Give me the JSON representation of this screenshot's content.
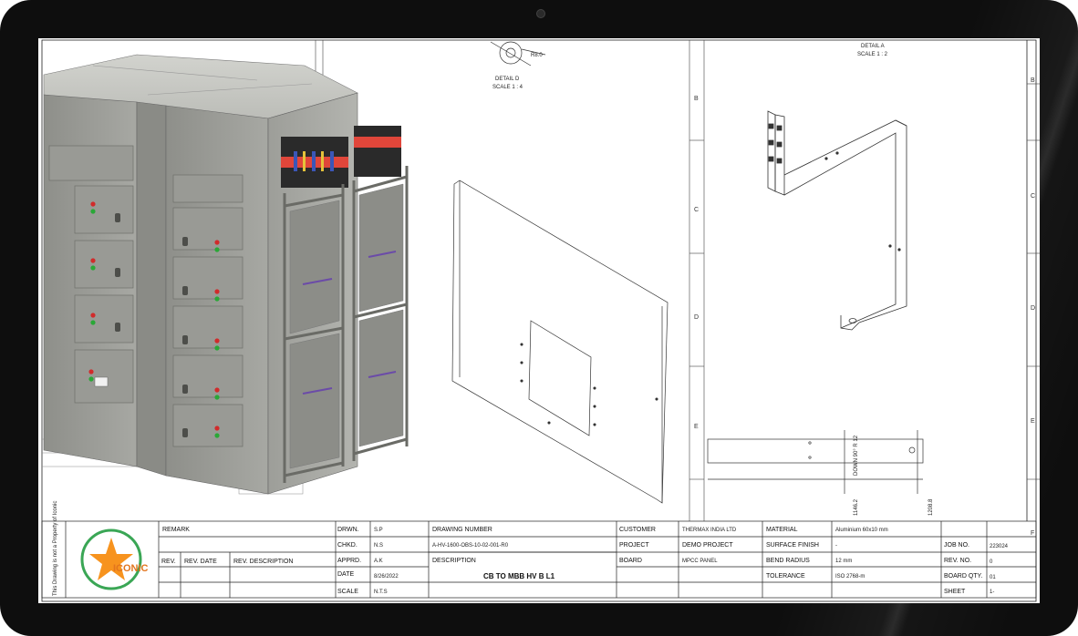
{
  "details": {
    "detail_d": {
      "title": "DETAIL D",
      "scale": "SCALE 1 : 4",
      "dim": "R8.0"
    },
    "detail_a": {
      "title": "DETAIL A",
      "scale": "SCALE 1 : 2"
    }
  },
  "dimensions": {
    "down_label": "DOWN 90° R 12",
    "dim_1": "1146.2",
    "dim_2": "1208.8"
  },
  "zone_letters": [
    "B",
    "C",
    "D",
    "E",
    "F"
  ],
  "side_note": "This Drawing is not a Property of Iconic",
  "logo": {
    "text": "ICONIC",
    "color_star": "#f7931e",
    "color_ring": "#3aa655"
  },
  "title_block": {
    "remark_label": "REMARK",
    "rev_label": "REV.",
    "rev_date_label": "REV. DATE",
    "rev_desc_label": "REV. DESCRIPTION",
    "drwn_label": "DRWN.",
    "drwn_value": "S.P",
    "chkd_label": "CHKD.",
    "chkd_value": "N.S",
    "apprd_label": "APPRD.",
    "apprd_value": "A.K",
    "date_label": "DATE",
    "date_value": "8/26/2022",
    "scale_label": "SCALE",
    "scale_value": "N.T.S",
    "drawing_number_label": "DRAWING NUMBER",
    "drawing_number_value": "A-HV-1600-OBS-10-02-001-R0",
    "description_label": "DESCRIPTION",
    "description_value": "CB TO MBB HV B L1",
    "customer_label": "CUSTOMER",
    "customer_value": "THERMAX INDIA LTD",
    "project_label": "PROJECT",
    "project_value": "DEMO PROJECT",
    "board_label": "BOARD",
    "board_value": "MPCC PANEL",
    "material_label": "MATERIAL",
    "material_value": "Aluminium 60x10 mm",
    "surface_finish_label": "SURFACE FINISH",
    "surface_finish_value": "-",
    "bend_radius_label": "BEND RADIUS",
    "bend_radius_value": "12 mm",
    "tolerance_label": "TOLERANCE",
    "tolerance_value": "ISO 2768-m",
    "job_no_label": "JOB NO.",
    "job_no_value": "223024",
    "rev_no_label": "REV. NO.",
    "rev_no_value": "0",
    "board_qty_label": "BOARD QTY.",
    "board_qty_value": "01",
    "sheet_label": "SHEET",
    "sheet_value": "1-"
  }
}
